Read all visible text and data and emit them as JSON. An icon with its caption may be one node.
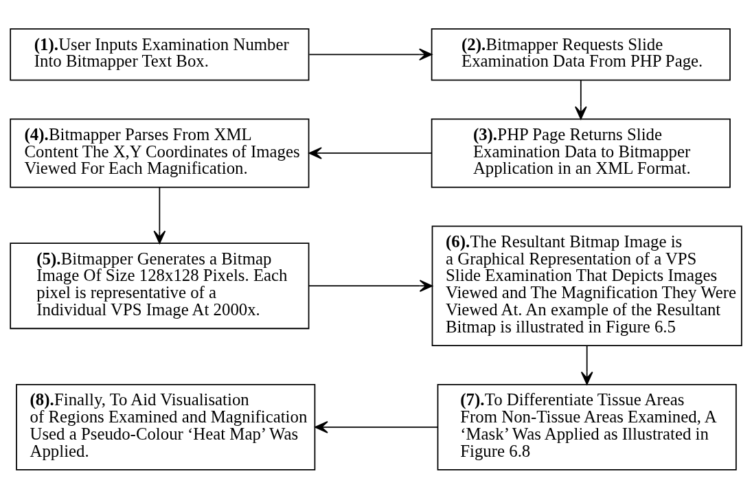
{
  "diagram": {
    "nodes": [
      {
        "text": [
          "**(1).**User Inputs Examination Number Into Bitmapper Text Box."
        ]
      },
      {
        "text": [
          "**(2).**Bitmapper Requests Slide Examination Data From PHP Page."
        ]
      },
      {
        "text": [
          "**(4).**Bitmapper Parses From XML Content The X,Y Coordinates of Images Viewed For Each Magnification."
        ]
      },
      {
        "text": [
          "**(3).**PHP Page Returns Slide Examination Data to Bitmapper Application in an XML Format."
        ]
      },
      {
        "text": [
          "**(5).**Bitmapper Generates a Bitmap Image Of Size 128x128 Pixels. Each pixel is representative of a Individual VPS Image At 2000x."
        ]
      },
      {
        "text": [
          "**(6).**The Resultant Bitmap Image is a Graphical Representation of a VPS Slide Examination That Depicts Images Viewed and The Magnification They Were Viewed At. An example of the Resultant Bitmap is illustrated in Figure 6.5"
        ]
      },
      {
        "text": [
          "**(8).**Finally, To Aid Visualisation of Regions Examined and Magnification Used a Pseudo-Colour ‘Heat Map’ Was Applied."
        ]
      },
      {
        "text": [
          "**(7).**To Differentiate Tissue Areas From Non-Tissue Areas Examined, A ‘Mask’ Was Applied as Illustrated in Figure 6.8"
        ]
      }
    ],
    "edges": [
      {
        "from": 0,
        "to": 1,
        "arrow": "to"
      },
      {
        "from": 1,
        "to": 3,
        "arrow": "to"
      },
      {
        "from": 3,
        "to": 2,
        "arrow": "to"
      },
      {
        "from": 2,
        "to": 4,
        "arrow": "to"
      },
      {
        "from": 4,
        "to": 5,
        "arrow": "to"
      },
      {
        "from": 5,
        "to": 7,
        "arrow": "to"
      },
      {
        "from": 7,
        "to": 6,
        "arrow": "to"
      }
    ]
  }
}
